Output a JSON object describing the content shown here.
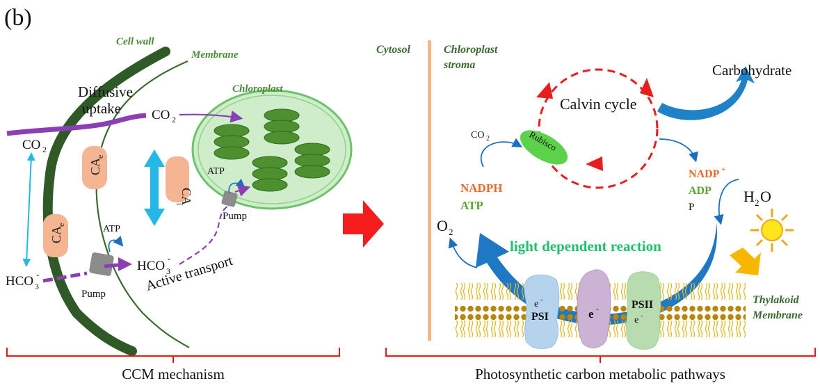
{
  "panel_label": "(b)",
  "colors": {
    "cell_wall": "#2f5a27",
    "membrane": "#3b6a2f",
    "label_green": "#4a8a35",
    "purple": "#8a3fb5",
    "cyan": "#27b7e6",
    "blue": "#1a6fbe",
    "red": "#e81e1e",
    "orange_text": "#e86a2a",
    "green_text": "#5aa530",
    "ca_fill": "#f6b592",
    "chloro_fill": "#cfeccb",
    "thylakoid": "#4e8f2f",
    "bracket": "#e31a1a",
    "cytosol_bar": "#f5b78a",
    "light_rxn": "#1fc26a"
  },
  "left": {
    "cell_wall": "Cell wall",
    "membrane": "Membrane",
    "chloroplast": "Chloroplast",
    "diffusive": "Diffusive",
    "uptake": "uptake",
    "co2_inner": "CO",
    "co2_outer": "CO",
    "hco3_outer": "HCO",
    "hco3_inner": "HCO",
    "two": "2",
    "three": "3",
    "minus": "-",
    "ca": "CA",
    "ca_e_sub": "e",
    "ca_i_sub": "i",
    "atp_chloro": "ATP",
    "atp_membrane": "ATP",
    "pump_chloro": "Pump",
    "pump_membrane": "Pump",
    "active_transport": "Active transport",
    "bracket_label": "CCM mechanism"
  },
  "right": {
    "cytosol": "Cytosol",
    "chloroplast_line1": "Chloroplast",
    "chloroplast_line2": "stroma",
    "calvin_cycle": "Calvin cycle",
    "carbohydrate": "Carbohydrate",
    "co2": "CO",
    "two": "2",
    "rubisco": "Rubisco",
    "nadph": "NADPH",
    "atp": "ATP",
    "nadp": "NADP",
    "plus": "+",
    "adp": "ADP",
    "p": "P",
    "h2o_h": "H",
    "h2o_o": "O",
    "o2": "O",
    "light_reaction": "light dependent reaction",
    "psi": "PSI",
    "psii": "PSII",
    "electron": "e",
    "minus": "-",
    "thylakoid_line1": "Thylakoid",
    "thylakoid_line2": "Membrane",
    "bracket_label": "Photosynthetic carbon metabolic pathways"
  }
}
